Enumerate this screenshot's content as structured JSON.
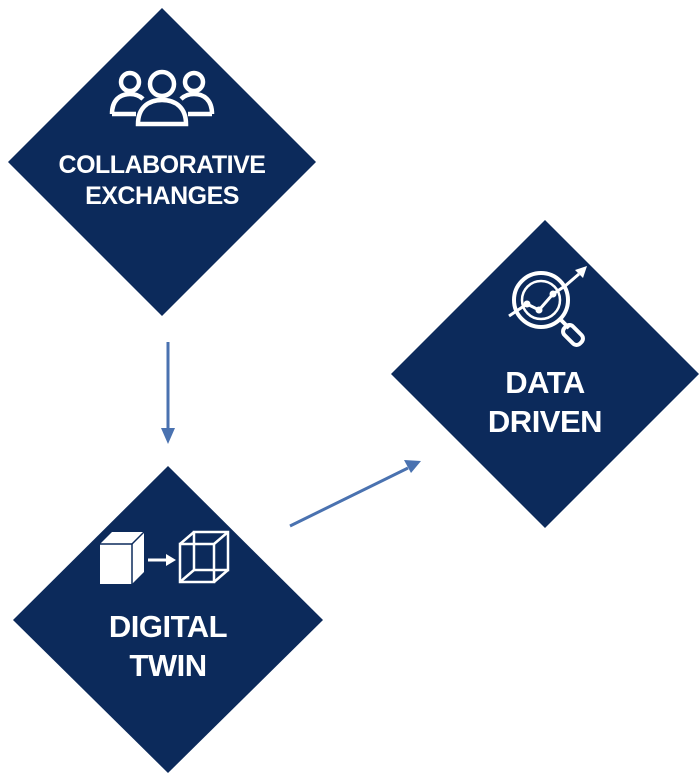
{
  "colors": {
    "diamond_fill": "#0c2a5b",
    "icon_color": "#ffffff",
    "arrow_color": "#4a72b0",
    "background": "#ffffff"
  },
  "nodes": [
    {
      "id": "collaborative-exchanges",
      "icon": "people-group-icon",
      "label_lines": [
        "COLLABORATIVE",
        "EXCHANGES"
      ]
    },
    {
      "id": "digital-twin",
      "icon": "cube-to-wireframe-icon",
      "label_lines": [
        "DIGITAL",
        "TWIN"
      ]
    },
    {
      "id": "data-driven",
      "icon": "magnifier-chart-icon",
      "label_lines": [
        "DATA",
        "DRIVEN"
      ]
    }
  ],
  "connections": [
    {
      "from": "collaborative-exchanges",
      "to": "digital-twin"
    },
    {
      "from": "digital-twin",
      "to": "data-driven"
    }
  ]
}
